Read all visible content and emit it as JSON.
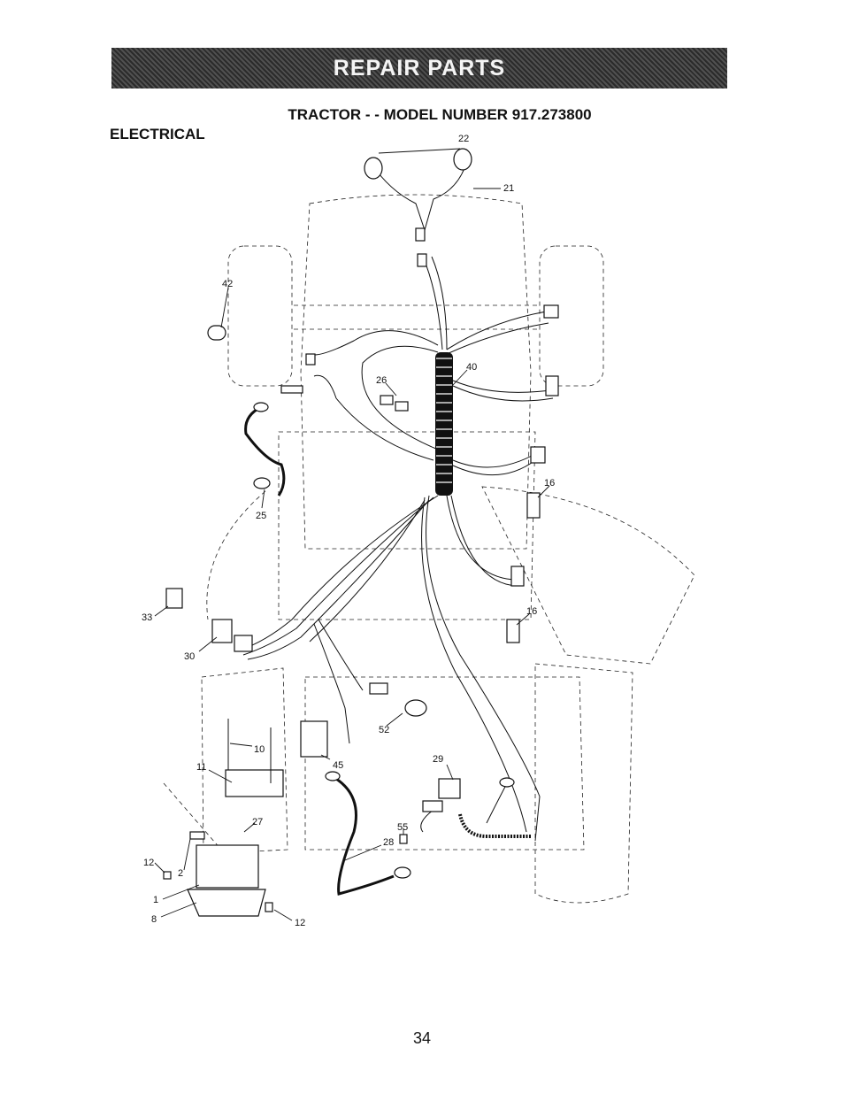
{
  "header": {
    "banner": "REPAIR PARTS"
  },
  "title": "TRACTOR - - MODEL NUMBER 917.273800",
  "section": "ELECTRICAL",
  "callouts": {
    "c22": "22",
    "c21": "21",
    "c42": "42",
    "c40": "40",
    "c26": "26",
    "c16a": "16",
    "c25": "25",
    "c33": "33",
    "c16b": "16",
    "c30": "30",
    "c10": "10",
    "c11": "11",
    "c52": "52",
    "c45": "45",
    "c29": "29",
    "c27": "27",
    "c55": "55",
    "c28": "28",
    "c12a": "12",
    "c2": "2",
    "c1": "1",
    "c8": "8",
    "c12b": "12"
  },
  "page": {
    "number": "34"
  }
}
